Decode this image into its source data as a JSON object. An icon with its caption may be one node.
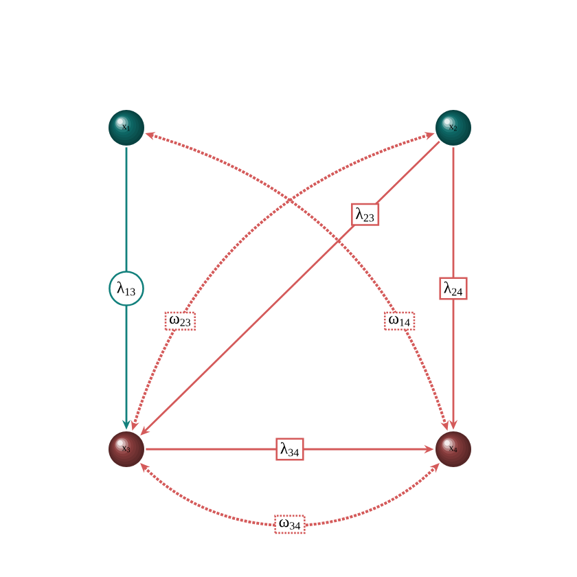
{
  "diagram": {
    "nodes": [
      {
        "text": [
          "x$_{1}$"
        ]
      },
      {
        "text": [
          "x$_{2}$"
        ]
      },
      {
        "text": [
          "x$_{3}$"
        ]
      },
      {
        "text": [
          "x$_{4}$"
        ]
      }
    ],
    "edges": [
      {
        "from": 0,
        "to": 2,
        "arrow": "to",
        "label": "λ$_{13}$",
        "color": "#12807c"
      },
      {
        "from": 1,
        "to": 2,
        "arrow": "to",
        "label": "λ$_{23}$"
      },
      {
        "from": 1,
        "to": 3,
        "arrow": "to",
        "label": "λ$_{24}$"
      },
      {
        "from": 2,
        "to": 3,
        "arrow": "to",
        "label": "λ$_{34}$"
      },
      {
        "from": 1,
        "to": 2,
        "arrow": "both",
        "label": "ω$_{23}$",
        "style": "dashed"
      },
      {
        "from": 0,
        "to": 3,
        "arrow": "both",
        "label": "ω$_{14}$",
        "style": "dashed"
      },
      {
        "from": 2,
        "to": 3,
        "arrow": "both",
        "label": "ω$_{34}$",
        "style": "dashed"
      }
    ]
  }
}
